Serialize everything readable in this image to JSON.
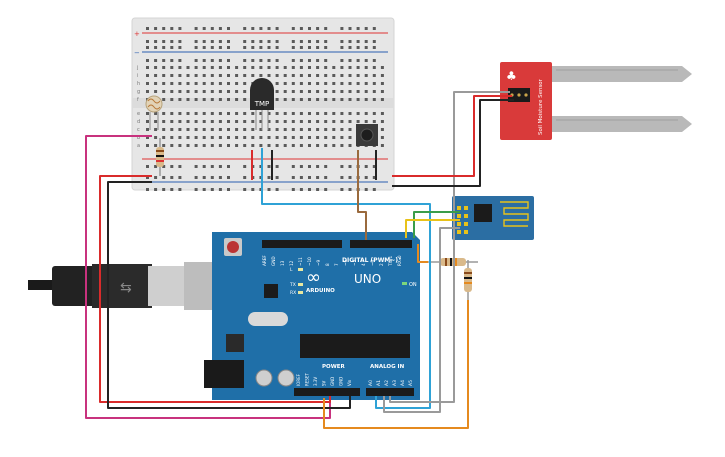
{
  "breadboard": {
    "row_letters_top": [
      "j",
      "i",
      "h",
      "g",
      "f"
    ],
    "row_letters_bottom": [
      "e",
      "d",
      "c",
      "b",
      "a"
    ],
    "rail_plus": "+",
    "rail_minus": "−"
  },
  "components": {
    "temp_sensor_label": "TMP",
    "soil_sensor_label": "Soil Moisture Sensor"
  },
  "arduino": {
    "logo_text": "ARDUINO",
    "model": "UNO",
    "digital_label": "DIGITAL (PWM~)",
    "power_label": "POWER",
    "analog_label": "ANALOG IN",
    "on_label": "ON",
    "led_labels": [
      "L",
      "TX",
      "RX"
    ],
    "digital_pins": [
      "AREF",
      "GND",
      "13",
      "12",
      "~11",
      "~10",
      "~9",
      "8",
      "7",
      "~6",
      "~5",
      "4",
      "~3",
      "2",
      "TX▸1",
      "RX◂0"
    ],
    "power_pins": [
      "IOREF",
      "RESET",
      "3.3V",
      "5V",
      "GND",
      "GND",
      "Vin"
    ],
    "analog_pins": [
      "A0",
      "A1",
      "A2",
      "A3",
      "A4",
      "A5"
    ]
  },
  "colors": {
    "board_blue": "#1f6fa8",
    "breadboard": "#e6e6e6",
    "wire_red": "#d92b2b",
    "wire_black": "#222222",
    "wire_magenta": "#c8327e",
    "wire_cyan": "#2fa2d6",
    "wire_orange": "#e58a1f",
    "wire_brown": "#9a6a3d",
    "wire_yellow": "#e8c21a",
    "wire_green": "#3a9d4a",
    "wire_gray": "#9a9a9a",
    "sensor_red": "#d93a3a",
    "esp_blue": "#2b6ea3"
  }
}
